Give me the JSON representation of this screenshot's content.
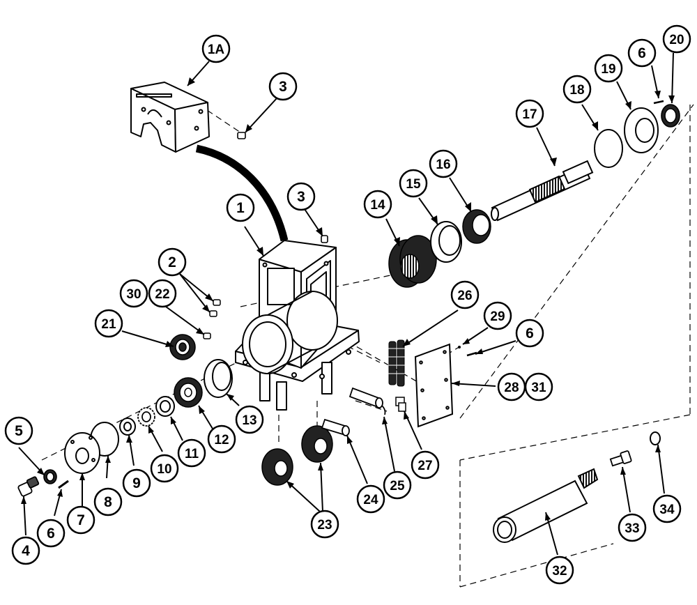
{
  "diagram": {
    "callouts": [
      {
        "id": "c-1A",
        "label": "1A"
      },
      {
        "id": "c-3a",
        "label": "3"
      },
      {
        "id": "c-1",
        "label": "1"
      },
      {
        "id": "c-3b",
        "label": "3"
      },
      {
        "id": "c-2",
        "label": "2"
      },
      {
        "id": "c-30",
        "label": "30"
      },
      {
        "id": "c-22",
        "label": "22"
      },
      {
        "id": "c-21",
        "label": "21"
      },
      {
        "id": "c-14",
        "label": "14"
      },
      {
        "id": "c-15",
        "label": "15"
      },
      {
        "id": "c-16",
        "label": "16"
      },
      {
        "id": "c-17",
        "label": "17"
      },
      {
        "id": "c-18",
        "label": "18"
      },
      {
        "id": "c-19",
        "label": "19"
      },
      {
        "id": "c-6a",
        "label": "6"
      },
      {
        "id": "c-20",
        "label": "20"
      },
      {
        "id": "c-26",
        "label": "26"
      },
      {
        "id": "c-29",
        "label": "29"
      },
      {
        "id": "c-6b",
        "label": "6"
      },
      {
        "id": "c-28",
        "label": "28"
      },
      {
        "id": "c-31",
        "label": "31"
      },
      {
        "id": "c-13",
        "label": "13"
      },
      {
        "id": "c-12",
        "label": "12"
      },
      {
        "id": "c-11",
        "label": "11"
      },
      {
        "id": "c-10",
        "label": "10"
      },
      {
        "id": "c-9",
        "label": "9"
      },
      {
        "id": "c-8",
        "label": "8"
      },
      {
        "id": "c-7",
        "label": "7"
      },
      {
        "id": "c-6c",
        "label": "6"
      },
      {
        "id": "c-5",
        "label": "5"
      },
      {
        "id": "c-4",
        "label": "4"
      },
      {
        "id": "c-23",
        "label": "23"
      },
      {
        "id": "c-24",
        "label": "24"
      },
      {
        "id": "c-25",
        "label": "25"
      },
      {
        "id": "c-27",
        "label": "27"
      },
      {
        "id": "c-32",
        "label": "32"
      },
      {
        "id": "c-33",
        "label": "33"
      },
      {
        "id": "c-34",
        "label": "34"
      }
    ]
  }
}
